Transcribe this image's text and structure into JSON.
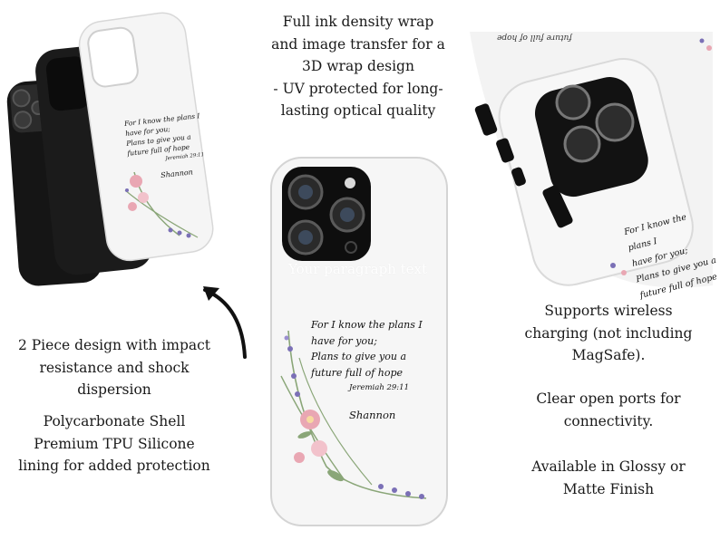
{
  "top_center_text": [
    "Full ink density wrap",
    "and image transfer for a",
    "3D wrap design",
    "- UV protected for long-",
    "lasting optical quality"
  ],
  "left_text_1": [
    "2 Piece design with impact",
    "resistance and shock",
    "dispersion"
  ],
  "left_text_2": [
    "Polycarbonate Shell",
    "Premium TPU Silicone",
    "lining for added protection"
  ],
  "right_text_1": [
    "Supports wireless",
    "charging (not including",
    "MagSafe)."
  ],
  "right_text_2": [
    "Clear open ports for",
    "connectivity."
  ],
  "right_text_3": [
    "Available in Glossy or",
    "Matte Finish"
  ],
  "overlay_text": "Your paragraph text",
  "verse": {
    "lines": [
      "For I know the plans I",
      "have for you;",
      "Plans to give you a",
      "future full of hope"
    ],
    "reference": "Jeremiah 29:11",
    "name": "Shannon"
  },
  "colors": {
    "case_white": "#f4f4f4",
    "case_black": "#141414",
    "arrow": "#111111",
    "flower_pink": "#e9a7b3",
    "lavender": "#7b70b6",
    "leaf": "#8aa678"
  }
}
